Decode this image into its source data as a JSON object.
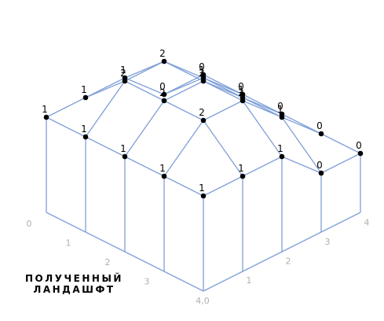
{
  "caption": {
    "line1": "ПОЛУЧЕННЫЙ",
    "line2": "ЛАНДАШФТ"
  },
  "colors": {
    "edge": "#7f9fd8",
    "point": "#000000",
    "axis_label": "#b0b0b0"
  },
  "grid": {
    "size": 5,
    "heights": [
      [
        1,
        1,
        1,
        0,
        0
      ],
      [
        1,
        2,
        2,
        1,
        0
      ],
      [
        1,
        2,
        2,
        1,
        0
      ],
      [
        1,
        2,
        2,
        1,
        0
      ],
      [
        1,
        1,
        1,
        0,
        0
      ]
    ]
  },
  "axis_labels": {
    "left": [
      "0",
      "1",
      "2",
      "3"
    ],
    "right": [
      "1",
      "2",
      "3",
      "4"
    ],
    "corner": "4,0"
  }
}
